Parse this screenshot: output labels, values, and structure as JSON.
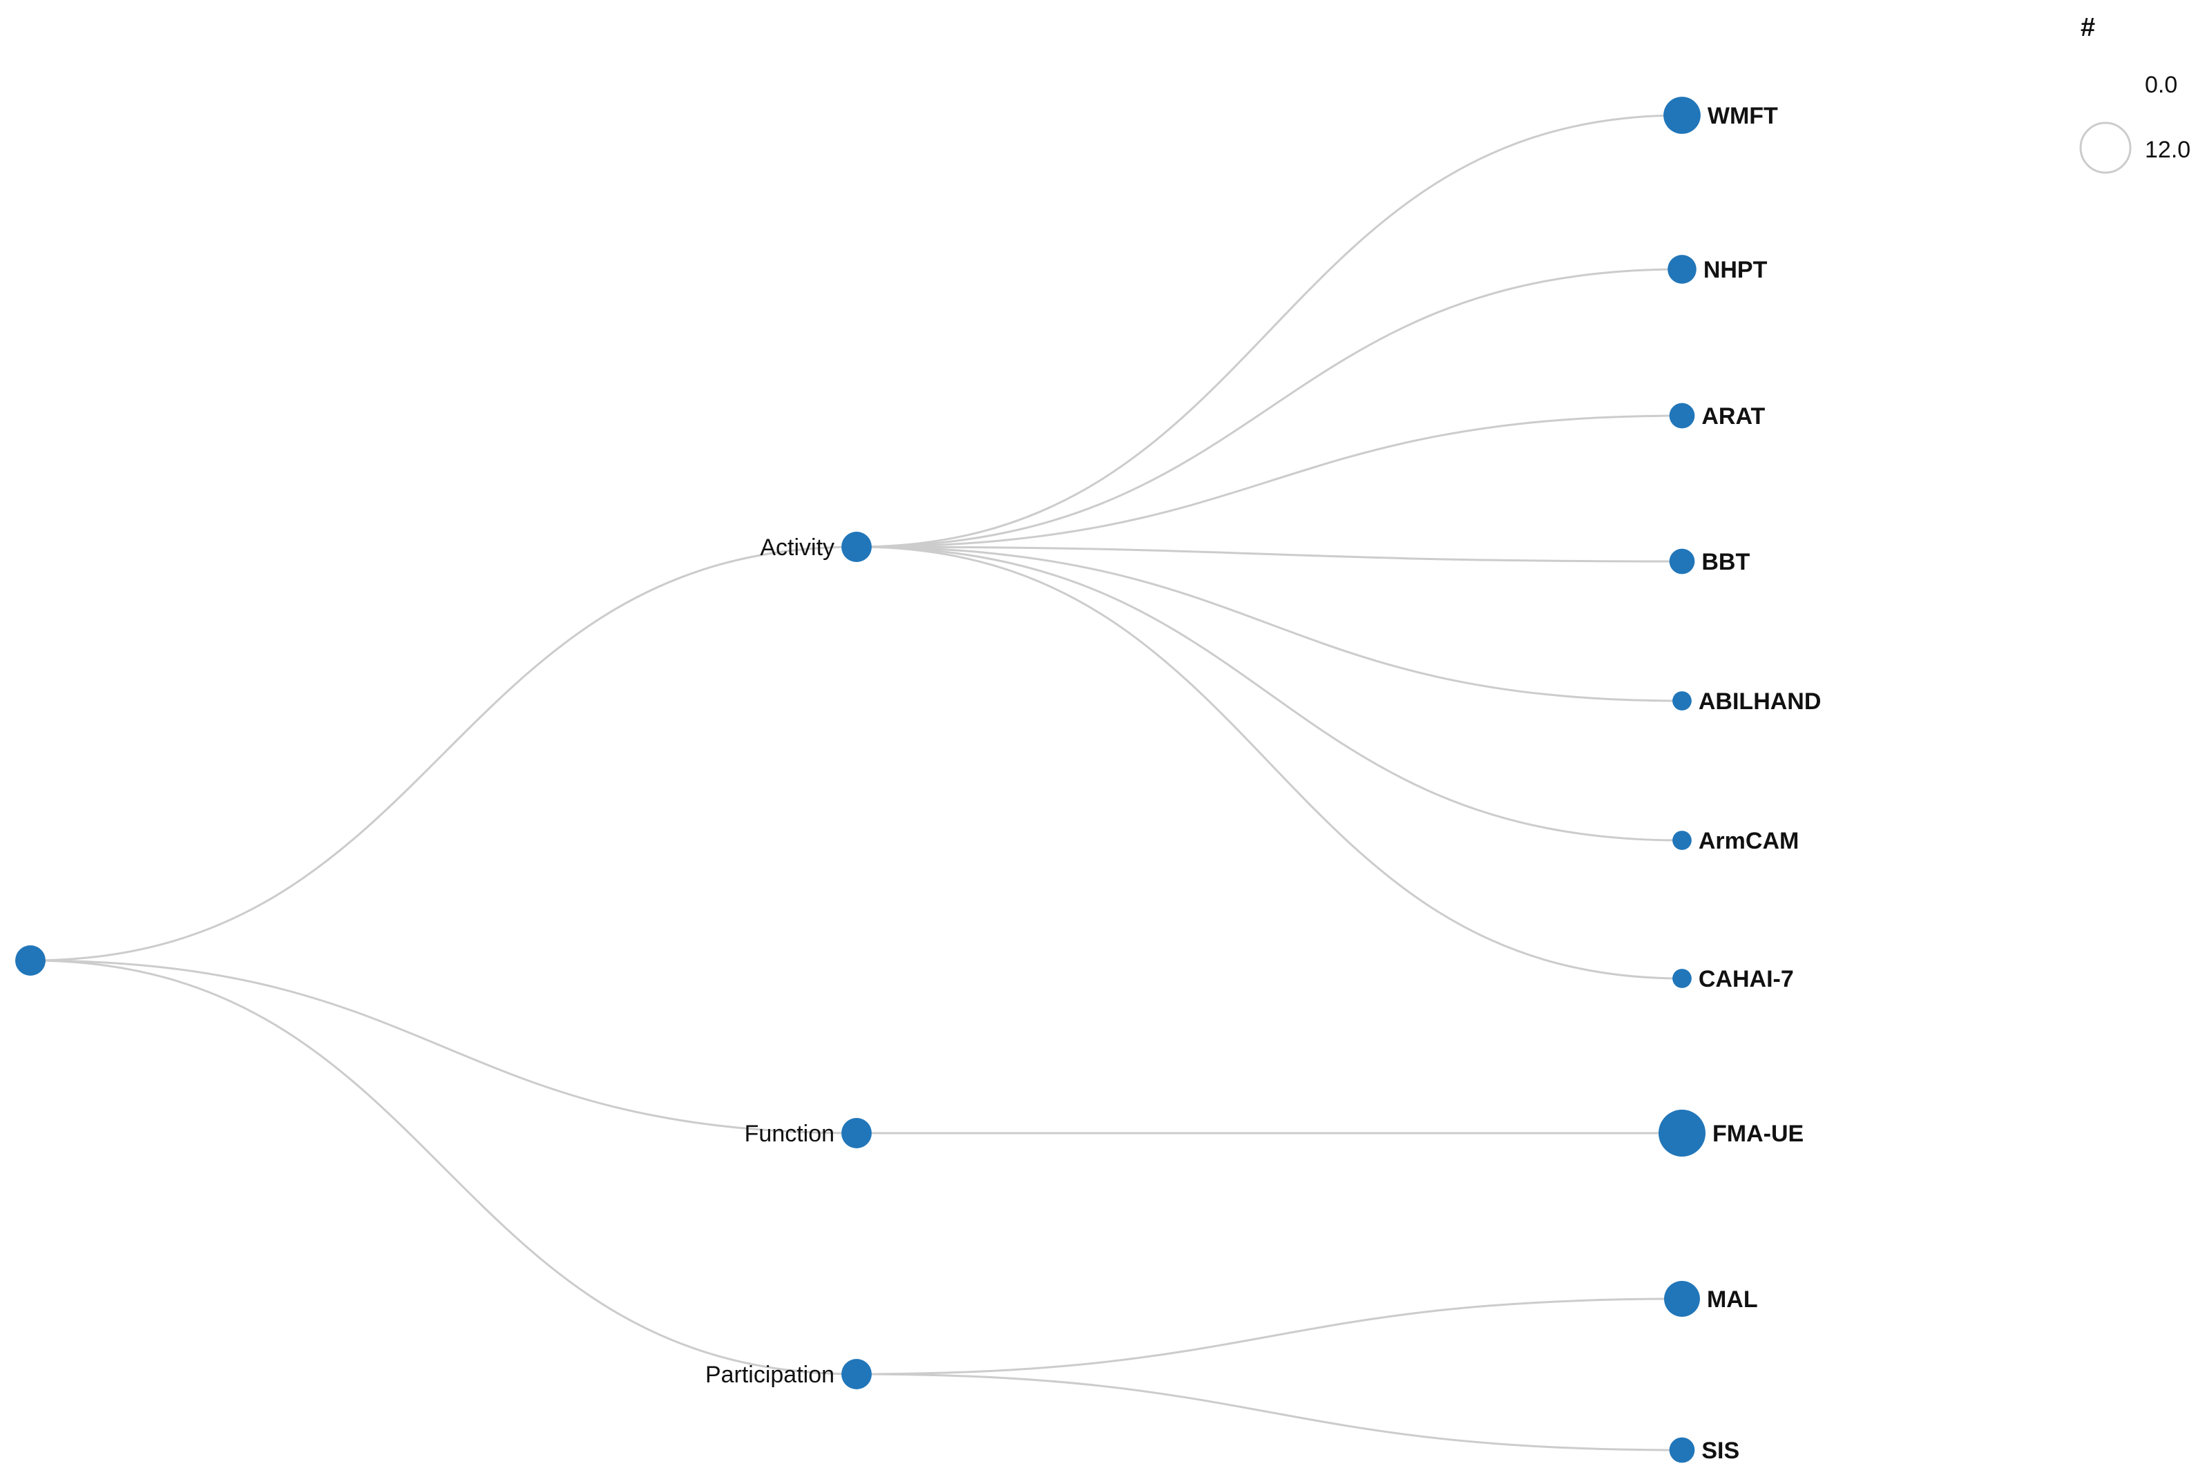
{
  "diagram": {
    "type": "tree",
    "node_color": "#2176b9",
    "link_color": "#cccccc",
    "root": {
      "label": "",
      "count": 5
    },
    "categories": [
      {
        "label": "Activity",
        "count": 5,
        "children": [
          {
            "label": "WMFT",
            "count": 7.5
          },
          {
            "label": "NHPT",
            "count": 4.5
          },
          {
            "label": "ARAT",
            "count": 3.5
          },
          {
            "label": "BBT",
            "count": 3.5
          },
          {
            "label": "ABILHAND",
            "count": 2
          },
          {
            "label": "ArmCAM",
            "count": 2
          },
          {
            "label": "CAHAI-7",
            "count": 2
          }
        ]
      },
      {
        "label": "Function",
        "count": 5,
        "children": [
          {
            "label": "FMA-UE",
            "count": 12
          }
        ]
      },
      {
        "label": "Participation",
        "count": 5,
        "children": [
          {
            "label": "MAL",
            "count": 7
          },
          {
            "label": "SIS",
            "count": 3.5
          }
        ]
      }
    ]
  },
  "legend": {
    "title": "#",
    "min_label": "0.0",
    "max_label": "12.0",
    "max_value": 12
  }
}
